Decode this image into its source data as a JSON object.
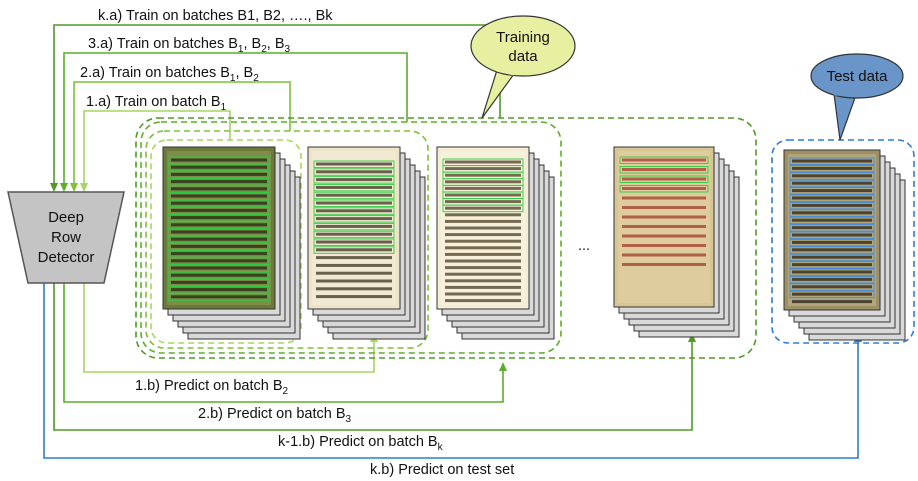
{
  "detector": {
    "line1": "Deep",
    "line2": "Row",
    "line3": "Detector"
  },
  "callouts": {
    "training_line1": "Training",
    "training_line2": "data",
    "test": "Test data"
  },
  "ellipsis": "...",
  "train_steps": [
    {
      "text": "k.a) Train on batches B1, B2, …., Bk"
    },
    {
      "text": "3.a) Train on batches B",
      "subs": [
        "1",
        "2",
        "3"
      ]
    },
    {
      "text": "2.a) Train on batches B",
      "subs": [
        "1",
        "2"
      ]
    },
    {
      "text": "1.a) Train on batch B",
      "subs": [
        "1"
      ]
    }
  ],
  "predict_steps": [
    {
      "prefix": "1.b) Predict on batch B",
      "sub": "2"
    },
    {
      "prefix": "2.b) Predict on batch B",
      "sub": "3"
    },
    {
      "prefix": "k-1.b) Predict on batch B",
      "sub": "k"
    },
    {
      "prefix": "k.b) Predict on test set",
      "sub": ""
    }
  ],
  "colors": {
    "train_k": "#4e9a23",
    "train_3": "#5aae2a",
    "train_2": "#7cc234",
    "train_1": "#a5d65e",
    "test": "#2f7bd5",
    "training_bubble_fill": "#e6f0a0",
    "test_bubble_fill": "#6a95c8",
    "detector_fill": "#c4c4c4"
  }
}
